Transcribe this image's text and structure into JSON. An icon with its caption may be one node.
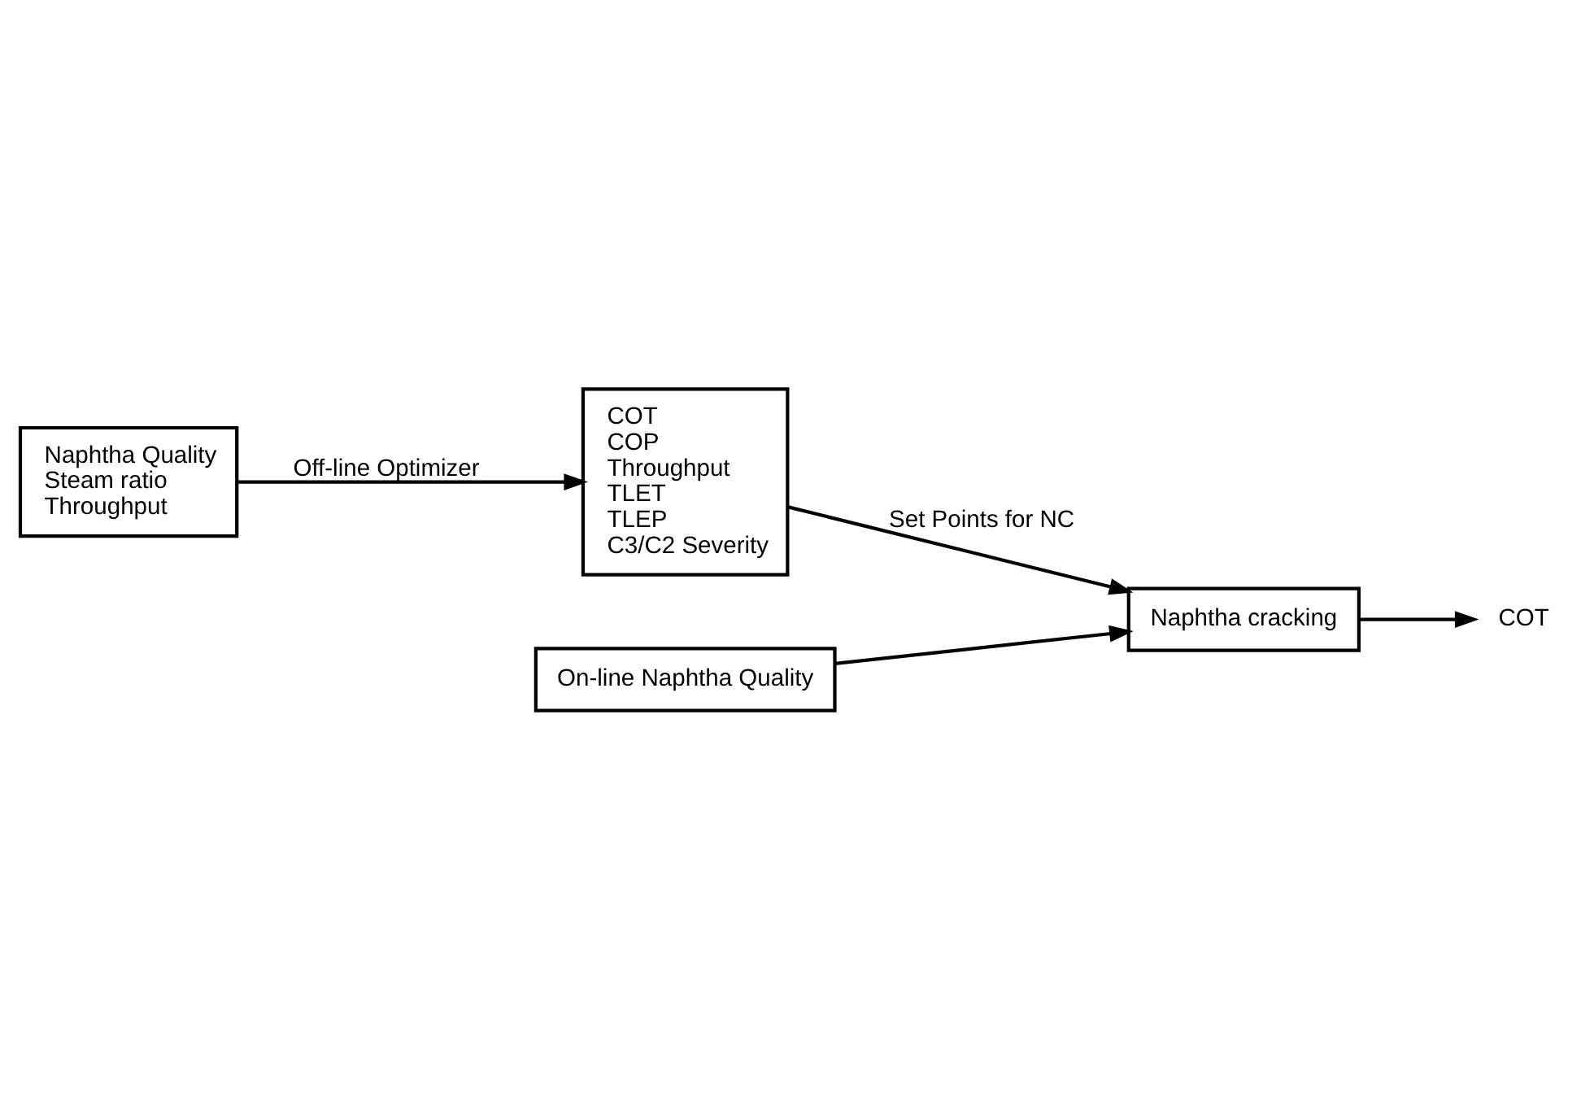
{
  "diagram": {
    "nodes": [
      {
        "text": [
          "Naphtha Quality",
          "Steam ratio",
          "Throughput"
        ]
      },
      {
        "text": [
          "COT",
          "COP",
          "Throughput",
          "TLET",
          "TLEP",
          "C3/C2 Severity"
        ]
      },
      {
        "text": [
          "Naphtha cracking"
        ]
      },
      {
        "text": [
          "On-line Naphtha Quality"
        ]
      },
      {
        "text": [
          "COT"
        ]
      }
    ],
    "edges": [
      {
        "from": 0,
        "to": 1,
        "arrow": "to",
        "label": "Off-line Optimizer"
      },
      {
        "from": 1,
        "to": 2,
        "arrow": "to",
        "label": "Set Points for NC"
      },
      {
        "from": 3,
        "to": 2,
        "arrow": "to"
      },
      {
        "from": 2,
        "to": 4,
        "arrow": "to"
      }
    ]
  }
}
